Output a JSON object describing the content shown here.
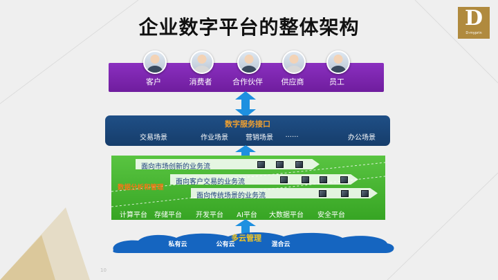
{
  "title": "企业数字平台的整体架构",
  "logo": {
    "letter": "D",
    "subtitle": "D-myprin"
  },
  "users": {
    "items": [
      {
        "label": "客户",
        "icon": "customer-avatar-icon"
      },
      {
        "label": "消费者",
        "icon": "consumer-avatar-icon"
      },
      {
        "label": "合作伙伴",
        "icon": "partner-avatar-icon"
      },
      {
        "label": "供应商",
        "icon": "supplier-avatar-icon"
      },
      {
        "label": "员工",
        "icon": "employee-avatar-icon"
      }
    ],
    "color": "#7b25ad"
  },
  "interface": {
    "title": "数字服务接口",
    "scenes": [
      "交易场景",
      "作业场景",
      "营销场景",
      "......",
      "办公场景"
    ],
    "color": "#1b4679",
    "title_color": "#f0a030"
  },
  "platform": {
    "analytics_label": "数据分析和管理",
    "flows": [
      "面向市场创新的业务流",
      "面向客户交易的业务流",
      "面向传统场景的业务流"
    ],
    "platforms": [
      "计算平台",
      "存储平台",
      "开发平台",
      "AI平台",
      "大数据平台",
      "安全平台"
    ],
    "color": "#48b532",
    "analytics_color": "#f07818"
  },
  "cloud": {
    "title": "多云管理",
    "items": [
      "私有云",
      "公有云",
      "混合云"
    ],
    "color": "#1565c0",
    "title_color": "#f3c623"
  },
  "page_number": "10"
}
